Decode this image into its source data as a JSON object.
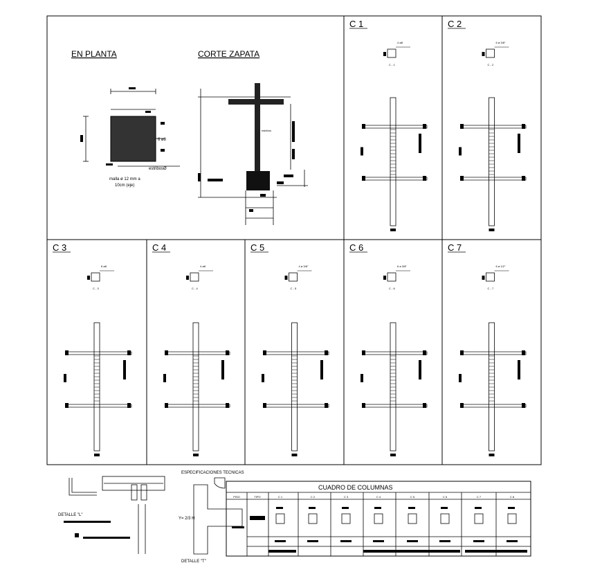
{
  "sheet": {
    "en_planta_title": "EN PLANTA",
    "corte_zapata_title": "CORTE ZAPATA",
    "malla_note_1": "malla ø 12 mm a",
    "malla_note_2": "10cm (eje)",
    "estribos_note": "estribosØ",
    "bar_note": "6 ø8",
    "corte_estribos": "estribos",
    "especificaciones_title": "ESPECIFICACIONES TECNICAS",
    "detalle_l": "DETALLE \"L\"",
    "detalle_t": "DETALLE \"T\"",
    "y_label": "Y= 2/3 H"
  },
  "columns": [
    {
      "label": "C 1",
      "sec": "C - 1",
      "bar": "4 ø8"
    },
    {
      "label": "C 2",
      "sec": "C - 2",
      "bar": "6 ø 3/8\""
    },
    {
      "label": "C 3",
      "sec": "C - 3",
      "bar": "8 ø8"
    },
    {
      "label": "C 4",
      "sec": "C - 4",
      "bar": "4 ø8"
    },
    {
      "label": "C 5",
      "sec": "C - 5",
      "bar": "4 ø 3/8\""
    },
    {
      "label": "C 6",
      "sec": "C - 6",
      "bar": "6 ø 3/8\""
    },
    {
      "label": "C 7",
      "sec": "C - 7",
      "bar": "6 ø 1/2\""
    }
  ],
  "cuadro": {
    "title": "CUADRO DE COLUMNAS",
    "headers": [
      "PISO",
      "TIPO",
      "C 1",
      "C 2",
      "C 3",
      "C 4",
      "C 5",
      "C 6",
      "C 7",
      "C 8"
    ]
  },
  "colors": {
    "ink": "#000000",
    "paper": "#ffffff"
  }
}
